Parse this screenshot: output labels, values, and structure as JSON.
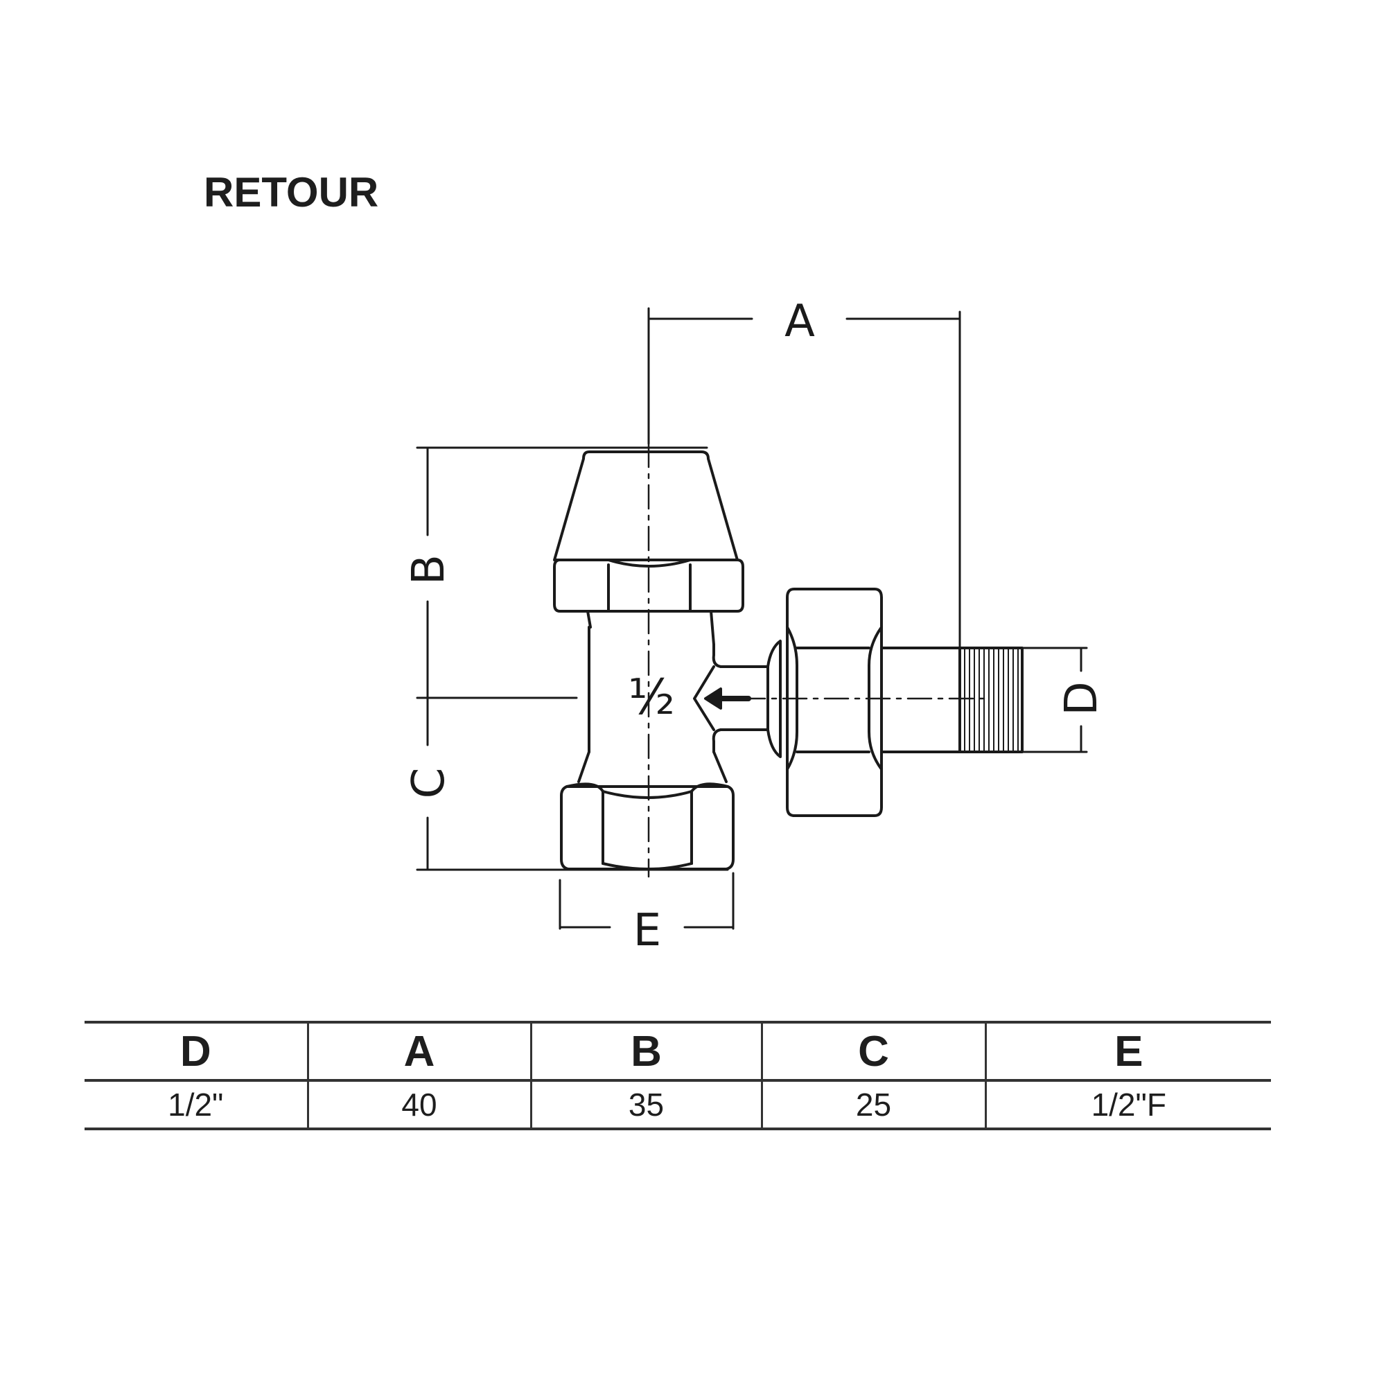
{
  "title": "RETOUR",
  "diagram": {
    "dimension_labels": {
      "A": "A",
      "B": "B",
      "C": "C",
      "D": "D",
      "E": "E"
    },
    "body_marking": "½"
  },
  "table": {
    "headers": [
      "D",
      "A",
      "B",
      "C",
      "E"
    ],
    "values": [
      "1/2\"",
      "40",
      "35",
      "25",
      "1/2\"F"
    ]
  }
}
